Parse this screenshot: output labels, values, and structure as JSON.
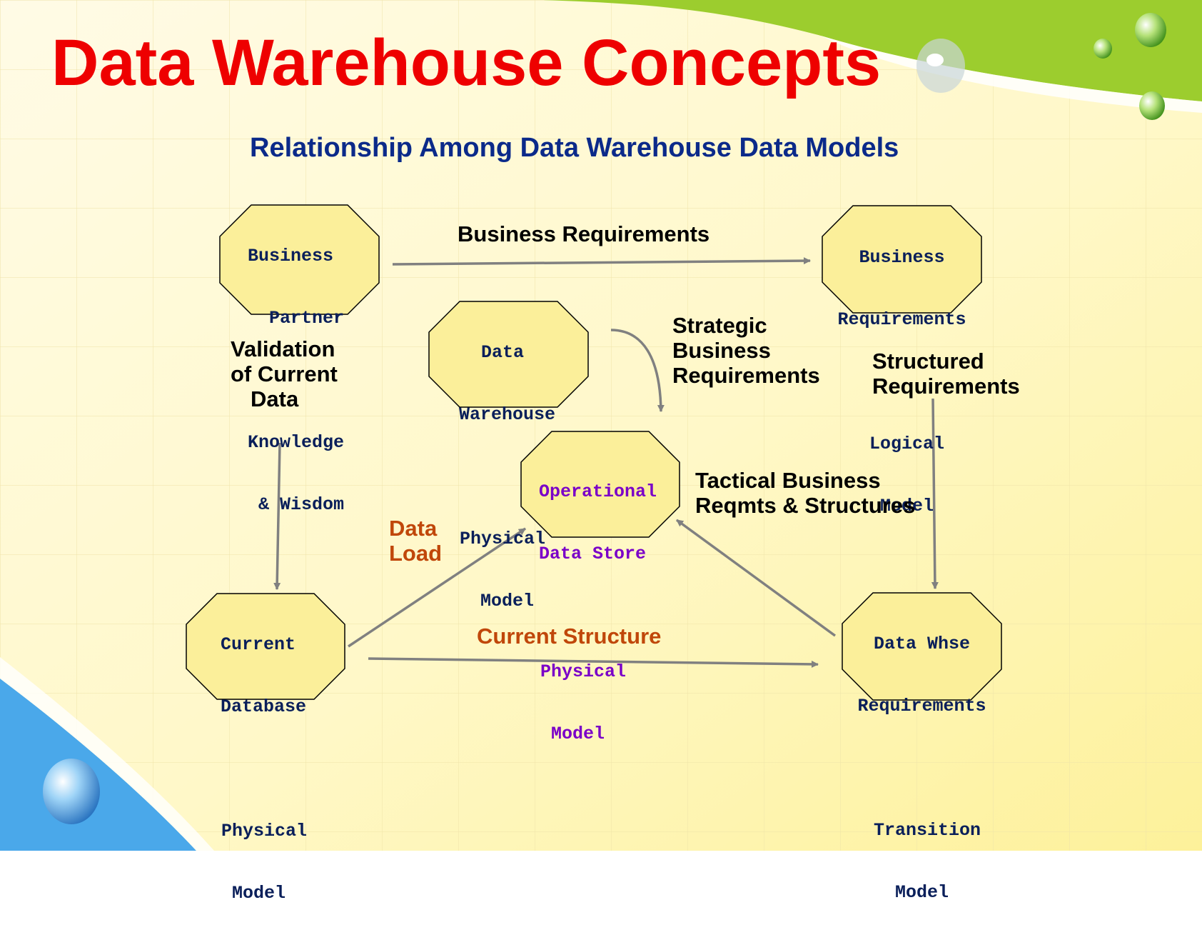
{
  "title": "Data Warehouse Concepts",
  "subtitle": "Relationship Among Data Warehouse Data Models",
  "nodes": {
    "business_partner": {
      "line1": "Business",
      "line2": "  Partner",
      "line3": "",
      "line4": "Knowledge",
      "line5": " & Wisdom"
    },
    "business_requirements": {
      "line1": "Business",
      "line2": "Requirements",
      "line3": "",
      "line4": "Logical",
      "line5": "Model"
    },
    "data_warehouse": {
      "line1": "Data",
      "line2": "Warehouse",
      "line3": "",
      "line4": "Physical",
      "line5": " Model"
    },
    "operational_data_store": {
      "line1": "Operational",
      "line2": "Data Store",
      "line3": "",
      "line4": "Physical",
      "line5": " Model"
    },
    "current_database": {
      "line1": "Current",
      "line2": "Database",
      "line3": "",
      "line4": "Physical",
      "line5": " Model"
    },
    "data_whse_requirements": {
      "line1": "Data Whse",
      "line2": "Requirements",
      "line3": "",
      "line4": " Transition",
      "line5": "Model"
    }
  },
  "labels": {
    "business_requirements": "Business Requirements",
    "validation": {
      "line1": "Validation",
      "line2": "of Current",
      "line3": "Data"
    },
    "strategic": {
      "line1": "Strategic",
      "line2": "Business",
      "line3": "Requirements"
    },
    "structured": {
      "line1": "Structured",
      "line2": "Requirements"
    },
    "tactical": {
      "line1": "Tactical Business",
      "line2": "Reqmts & Structures"
    },
    "data_load": {
      "line1": "Data",
      "line2": "Load"
    },
    "current_structure": "Current Structure"
  },
  "colors": {
    "title": "#ee0000",
    "subtitle": "#0b2a8a",
    "node_fill": "#fbef9a",
    "node_text": "#0a1f5a",
    "ods_text": "#7a00c8",
    "orange_label": "#c0470a",
    "arrow": "#808080"
  }
}
